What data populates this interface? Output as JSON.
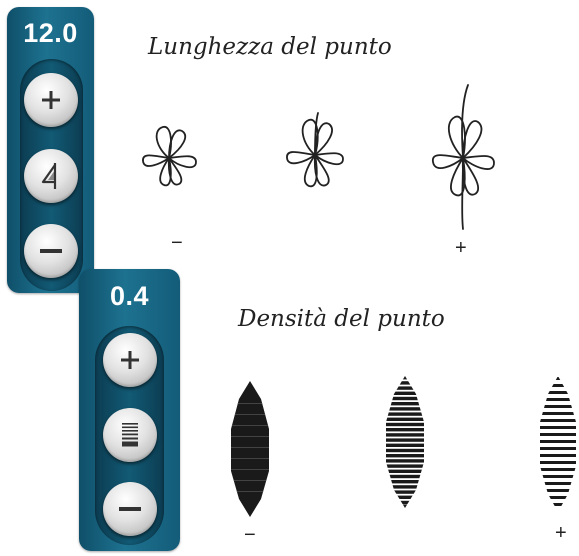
{
  "stitch_length": {
    "value": "12.0",
    "heading": "Lunghezza del punto",
    "minus_marker": "−",
    "plus_marker": "+",
    "buttons": {
      "increase_icon": "plus-icon",
      "mirror_icon": "mirror-triangle-icon",
      "decrease_icon": "minus-icon"
    }
  },
  "stitch_density": {
    "value": "0.4",
    "heading": "Densità del punto",
    "minus_marker": "−",
    "plus_marker": "+",
    "buttons": {
      "increase_icon": "plus-icon",
      "density_icon": "density-lines-icon",
      "decrease_icon": "minus-icon"
    }
  },
  "colors": {
    "panel": "#1d7290",
    "panel_dark": "#0f4f69",
    "button": "#e2e2e2",
    "ink": "#222222"
  }
}
